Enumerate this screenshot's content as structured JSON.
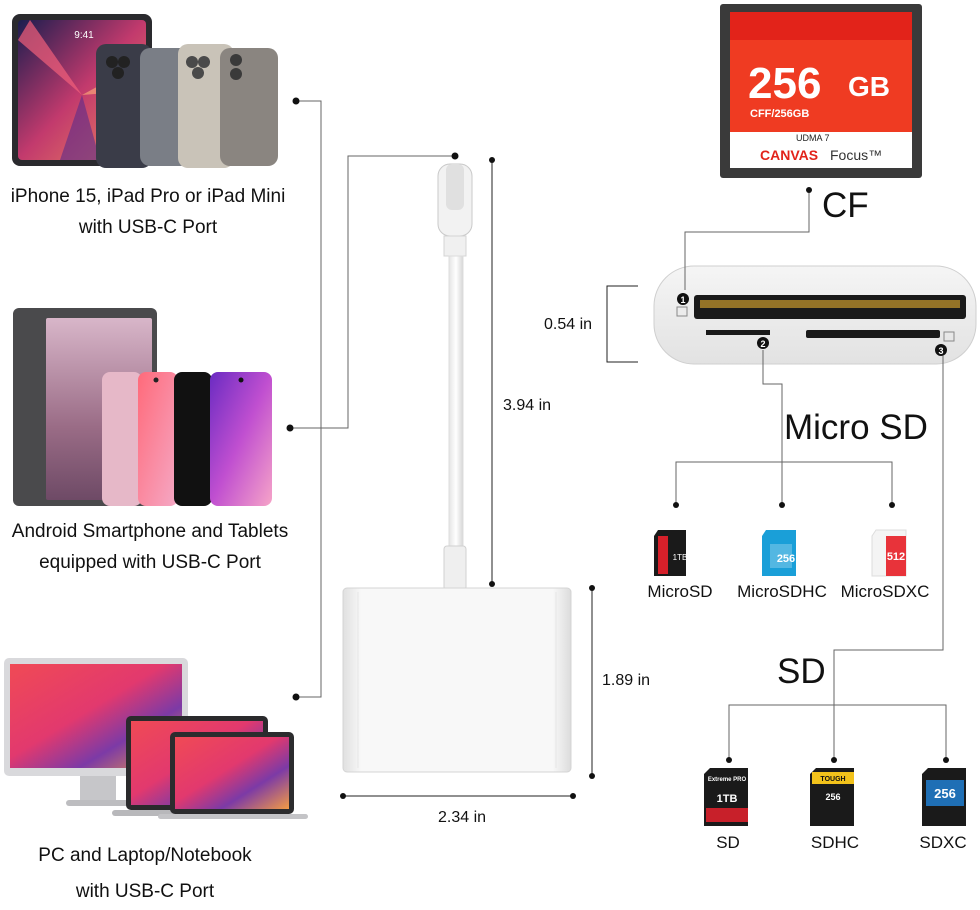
{
  "devices": [
    {
      "line1": "iPhone 15, iPad Pro or iPad Mini",
      "line2": "with USB-C Port"
    },
    {
      "line1": "Android Smartphone and Tablets",
      "line2": "equipped with USB-C Port"
    },
    {
      "line1": "PC and Laptop/Notebook",
      "line2": "with USB-C Port"
    }
  ],
  "dimensions": {
    "cable_length": "3.94 in",
    "hub_height": "1.89 in",
    "hub_width": "2.34 in",
    "reader_thickness": "0.54 in"
  },
  "cf_card": {
    "capacity": "256",
    "unit": "GB",
    "model": "CFF/256GB",
    "udma": "UDMA 7",
    "brand": "CANVAS",
    "series": "Focus™"
  },
  "sections": {
    "cf": "CF",
    "microsd": "Micro SD",
    "sd": "SD"
  },
  "slot_numbers": [
    "1",
    "2",
    "3"
  ],
  "microsd_cards": [
    {
      "label": "MicroSD",
      "text": "1TB",
      "color": "#d6202a"
    },
    {
      "label": "MicroSDHC",
      "text": "256",
      "color": "#1a9fd8"
    },
    {
      "label": "MicroSDXC",
      "text": "512",
      "color": "#e8333a"
    }
  ],
  "sd_cards": [
    {
      "label": "SD",
      "capacity": "1TB",
      "brand": "Extreme PRO",
      "color": "#c8202a"
    },
    {
      "label": "SDHC",
      "capacity": "256",
      "brand": "TOUGH",
      "color": "#f2c21b"
    },
    {
      "label": "SDXC",
      "capacity": "256",
      "brand": "",
      "color": "#1f6fb5"
    }
  ],
  "tablet_time": "9:41",
  "colors": {
    "cf_red": "#e2231a",
    "line": "#555555"
  }
}
